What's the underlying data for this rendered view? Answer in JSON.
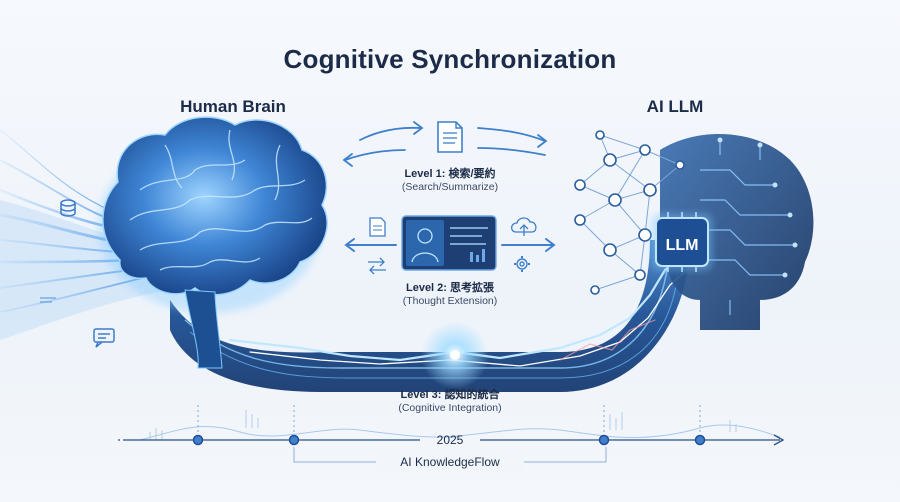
{
  "title": "Cognitive Synchronization",
  "left_label": "Human Brain",
  "right_label": "AI LLM",
  "chip_label": "LLM",
  "levels": [
    {
      "title": "Level 1: 検索/要約",
      "subtitle": "(Search/Summarize)"
    },
    {
      "title": "Level 2: 思考拡張",
      "subtitle": "(Thought Extension)"
    },
    {
      "title": "Level 3: 認知的統合",
      "subtitle": "(Cognitive Integration)"
    }
  ],
  "timeline": {
    "year": "2025",
    "caption": "AI KnowledgeFlow"
  },
  "icons": [
    "document-icon",
    "profile-screen-icon",
    "cloud-upload-icon",
    "gear-icon",
    "transfer-icon",
    "database-icon",
    "chat-bubble-icon",
    "brain-icon",
    "neural-network-icon",
    "circuit-icon"
  ],
  "colors": {
    "accent": "#2f7fe0",
    "glow": "#7cc8ff",
    "dark": "#1c2b47",
    "brain": "#2563b5"
  }
}
